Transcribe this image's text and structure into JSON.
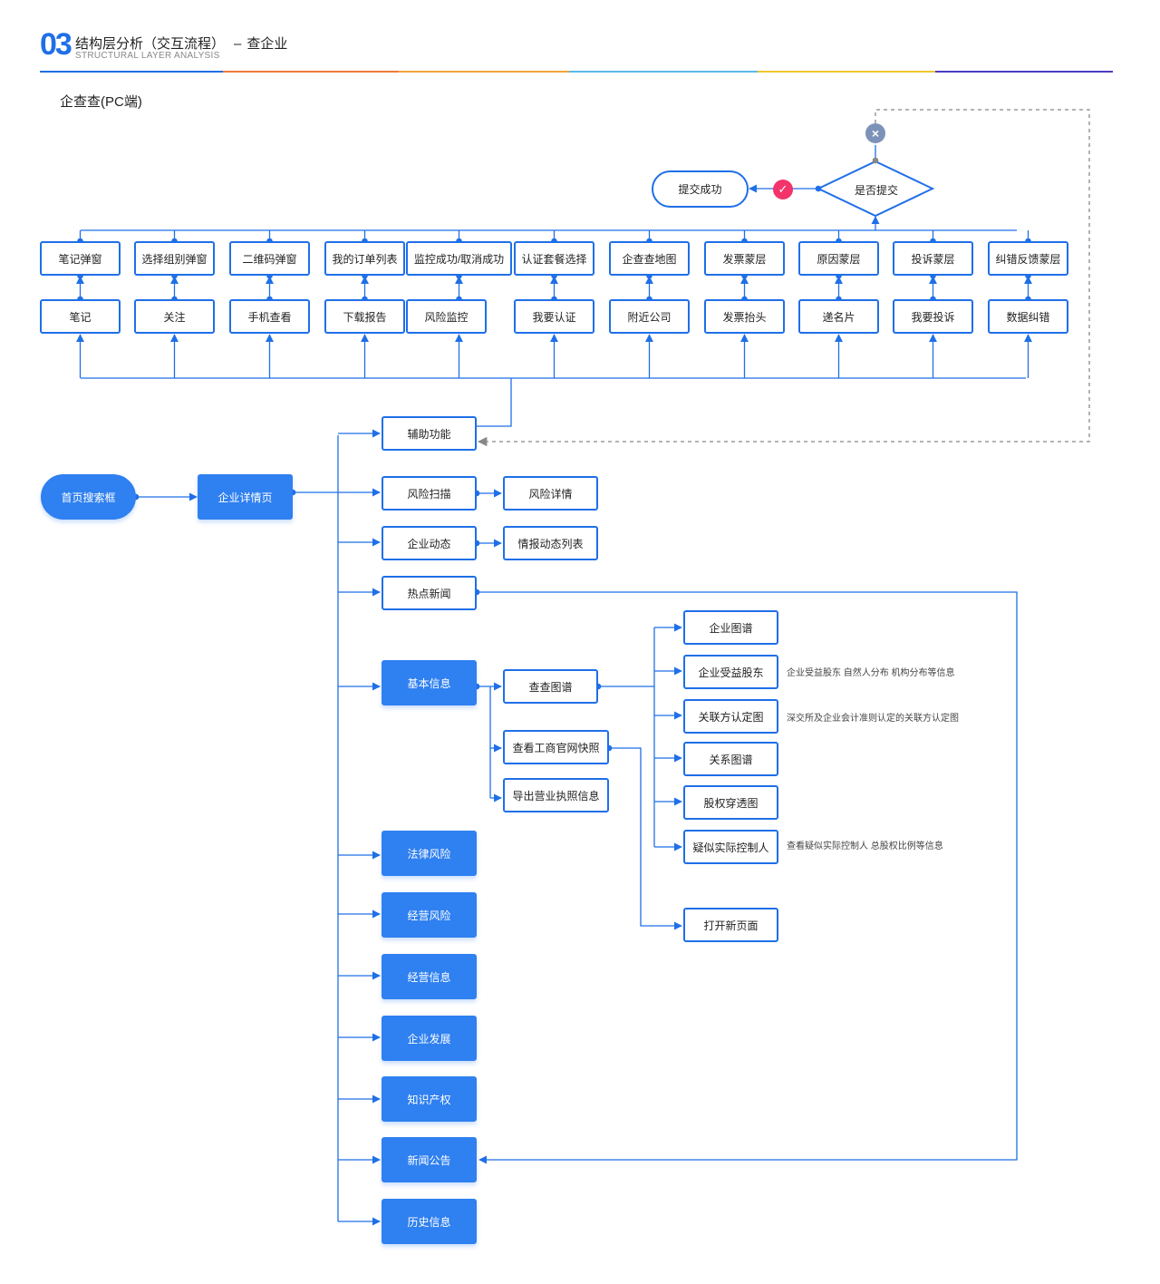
{
  "header": {
    "number": "03",
    "title": "结构层分析（交互流程）",
    "separator": "–",
    "subtitle": "查企业",
    "english": "STRUCTURAL LAYER ANALYSIS",
    "bar_colors": [
      "#1f6fe8",
      "#f07a3a",
      "#f3a43b",
      "#5bb8e8",
      "#f2c62f",
      "#f2c62f",
      "#4a3cc4"
    ]
  },
  "section_title": "企查查(PC端)",
  "colors": {
    "accent": "#1f6fe8",
    "filled": "#2f80f0",
    "check": "#f2346a",
    "close": "#7d92b8",
    "dashed": "#888888"
  },
  "decision": {
    "label": "是否提交",
    "success": "提交成功",
    "yes_icon": "check-icon",
    "no_icon": "close-icon"
  },
  "popups": [
    "笔记弹窗",
    "选择组别弹窗",
    "二维码弹窗",
    "我的订单列表",
    "监控成功/取消成功",
    "认证套餐选择",
    "企查查地图",
    "发票蒙层",
    "原因蒙层",
    "投诉蒙层",
    "纠错反馈蒙层"
  ],
  "actions": [
    "笔记",
    "关注",
    "手机查看",
    "下载报告",
    "风险监控",
    "我要认证",
    "附近公司",
    "发票抬头",
    "递名片",
    "我要投诉",
    "数据纠错"
  ],
  "main": {
    "home_search": "首页搜索框",
    "detail_page": "企业详情页"
  },
  "modules": {
    "aux": "辅助功能",
    "risk_scan": "风险扫描",
    "risk_detail": "风险详情",
    "dynamics": "企业动态",
    "intel_list": "情报动态列表",
    "hot_news": "热点新闻",
    "basic_info": "基本信息",
    "legal_risk": "法律风险",
    "biz_risk": "经营风险",
    "biz_info": "经营信息",
    "development": "企业发展",
    "ip": "知识产权",
    "news": "新闻公告",
    "history": "历史信息"
  },
  "basic_children": {
    "graph": "查查图谱",
    "snapshot": "查看工商官网快照",
    "export": "导出营业执照信息",
    "new_page": "打开新页面"
  },
  "graph_types": [
    "企业图谱",
    "企业受益股东",
    "关联方认定图",
    "关系图谱",
    "股权穿透图",
    "疑似实际控制人"
  ],
  "notes": {
    "beneficiary": "企业受益股东 自然人分布 机构分布等信息",
    "related": "深交所及企业会计准则认定的关联方认定图",
    "controller": "查看疑似实际控制人 总股权比例等信息"
  }
}
